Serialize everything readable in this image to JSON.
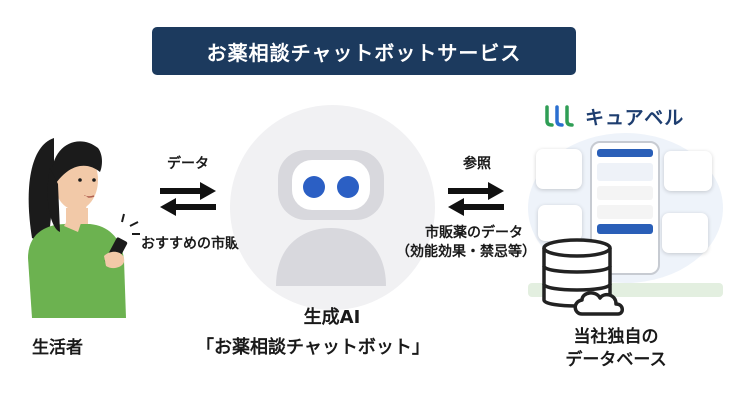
{
  "title": "お薬相談チャットボットサービス",
  "user": {
    "label": "生活者"
  },
  "left_arrows": {
    "top_label": "データ",
    "bottom_label": "おすすめの市販薬"
  },
  "center": {
    "name_line1": "生成AI",
    "name_line2": "「お薬相談チャットボット」"
  },
  "right_arrows": {
    "top_label": "参照",
    "bottom_line1": "市販薬のデータ",
    "bottom_line2": "（効能効果・禁忌等）"
  },
  "brand": {
    "name": "キュアベル"
  },
  "database": {
    "line1": "当社独自の",
    "line2": "データベース"
  },
  "colors": {
    "banner": "#1c3a5e",
    "robot_eye": "#2b5fc4",
    "shirt": "#6cb250",
    "brand_text": "#1e3e70",
    "brand_green": "#2f9e55",
    "brand_blue": "#2a6fd0"
  }
}
